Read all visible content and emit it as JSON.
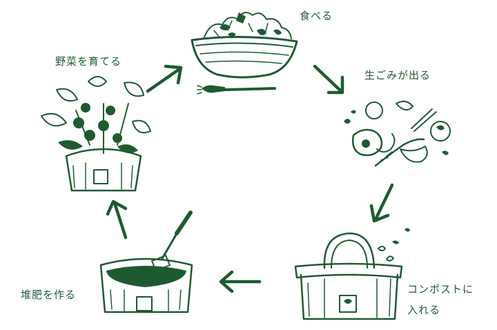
{
  "colors": {
    "ink": "#1e5a30",
    "background": "#ffffff"
  },
  "labels": {
    "eat": "食べる",
    "waste": "生ごみが出る",
    "compost_line1": "コンポストに",
    "compost_line2": "入れる",
    "fertilizer": "堆肥を作る",
    "grow": "野菜を育てる"
  },
  "icons": {
    "eat": "salad-bowl-with-fork",
    "waste": "vegetable-scraps",
    "compost": "compost-bag",
    "fertilizer": "compost-pot-with-trowel",
    "grow": "vegetable-plant-in-bag"
  }
}
